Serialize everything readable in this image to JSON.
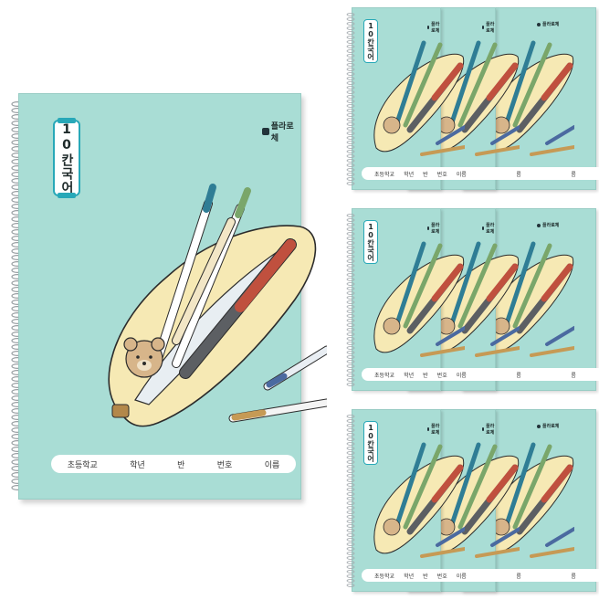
{
  "cover": {
    "title": "10칸국어",
    "brand": "플라로체",
    "name_fields": [
      "초등학교",
      "학년",
      "반",
      "번호",
      "이름"
    ],
    "background_color": "#a9ddd5",
    "accent_color": "#28a8b8"
  },
  "thumbnail_cover": {
    "title": "10칸국어",
    "brand": "플라로체",
    "name_fields": [
      "초등학교",
      "학년",
      "반",
      "번호",
      "이름"
    ],
    "stack_count": 3,
    "row_count": 3
  },
  "icons": {
    "brand_logo": "brand-logo-icon",
    "spiral": "spiral-binding-icon",
    "illustration": "bear-pencil-case-illustration"
  }
}
